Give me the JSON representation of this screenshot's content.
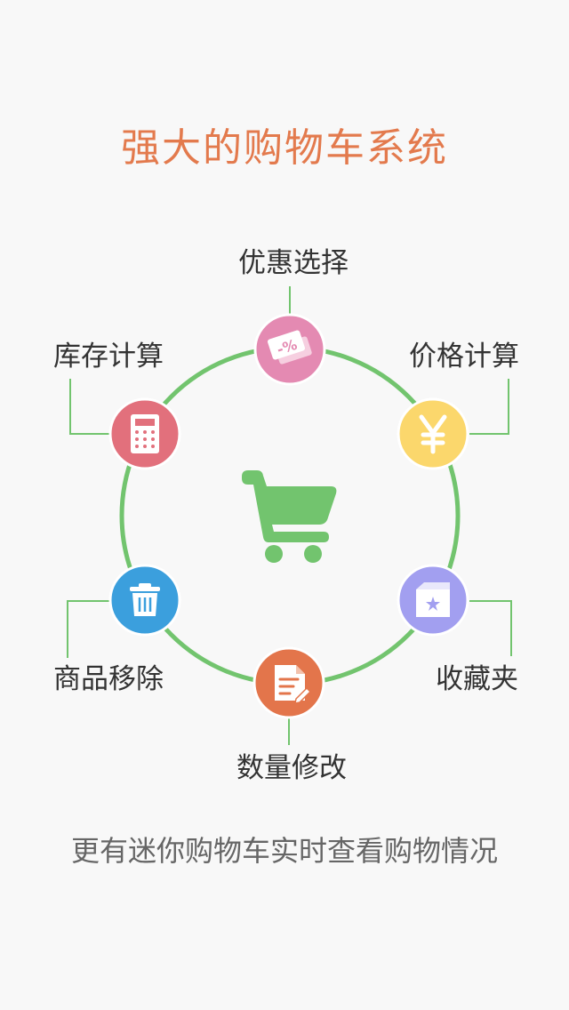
{
  "title": "强大的购物车系统",
  "features": {
    "coupon": {
      "label": "优惠选择",
      "icon": "coupon-ticket-icon",
      "color": "#e48ab2"
    },
    "price": {
      "label": "价格计算",
      "icon": "yen-icon",
      "color": "#fbd76c"
    },
    "favorites": {
      "label": "收藏夹",
      "icon": "folder-star-icon",
      "color": "#a29ff0"
    },
    "quantity": {
      "label": "数量修改",
      "icon": "document-edit-icon",
      "color": "#e3754b"
    },
    "remove": {
      "label": "商品移除",
      "icon": "trash-icon",
      "color": "#3b9fdd"
    },
    "stock": {
      "label": "库存计算",
      "icon": "calculator-icon",
      "color": "#e2707c"
    }
  },
  "center": {
    "icon": "shopping-cart-icon",
    "color": "#72c46e"
  },
  "ring_color": "#72c46e",
  "footer": "更有迷你购物车实时查看购物情况"
}
